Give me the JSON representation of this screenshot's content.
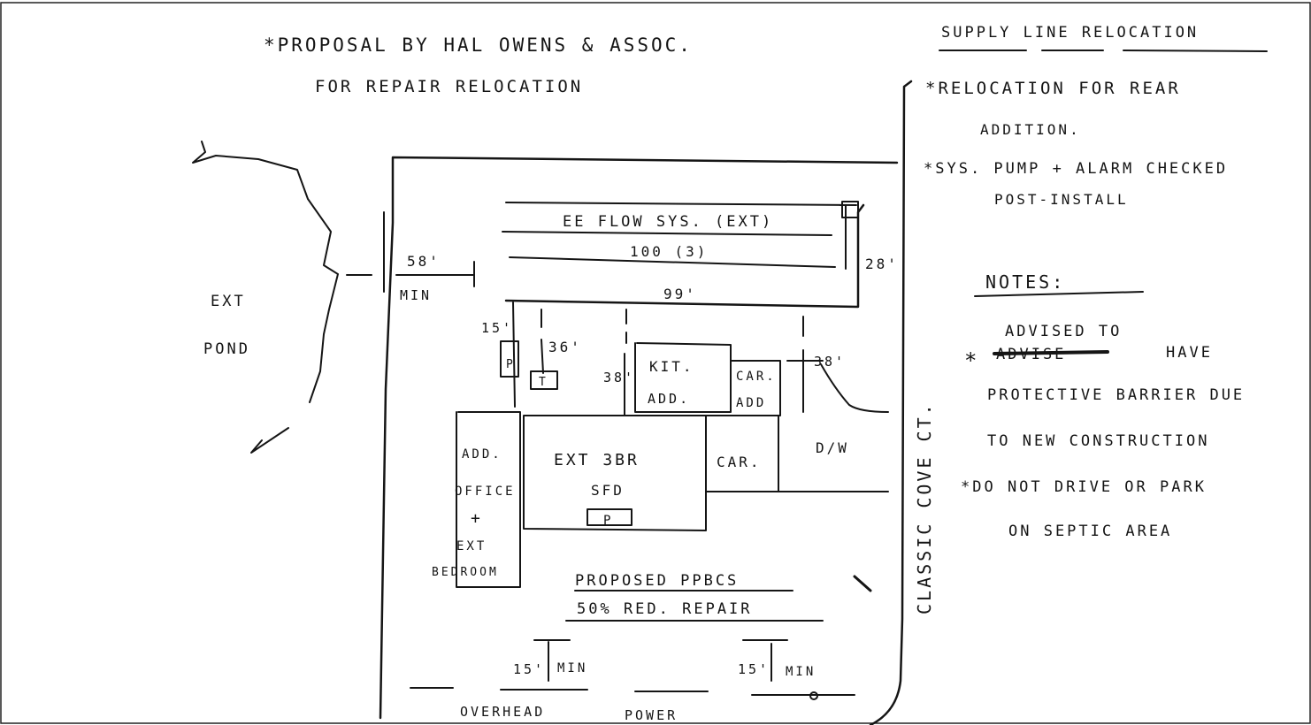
{
  "proposal": {
    "line1": "*Proposal by Hal Owens & Assoc.",
    "line2": "for repair relocation"
  },
  "supply": {
    "title": "Supply Line Relocation",
    "item1a": "*relocation for rear",
    "item1b": "addition.",
    "item2a": "*sys. pump + alarm checked",
    "item2b": "post-install"
  },
  "notes": {
    "title": "Notes:",
    "n1a": "advised to",
    "n1strike": "Advise",
    "n1b": "have",
    "n1c": "protective barrier due",
    "n1d": "to new construction",
    "n2a": "*Do not drive or park",
    "n2b": "on septic area"
  },
  "site": {
    "ext_pond_1": "EXT",
    "ext_pond_2": "POND",
    "dim_58": "58'",
    "min": "MIN",
    "ee_flow": "EE FLOW SYS. (EXT)",
    "lines_100": "100 (3)",
    "dim_99": "99'",
    "dim_28": "28'",
    "dim_15": "15'",
    "dim_36": "36'",
    "dim_38a": "38'",
    "dim_38b": "38'",
    "p": "P",
    "t": "T",
    "kit_1": "KIT.",
    "kit_2": "ADD.",
    "car_add_1": "CAR.",
    "car_add_2": "ADD",
    "add_office_1": "ADD.",
    "add_office_2": "OFFICE",
    "add_office_3": "+",
    "add_office_4": "EXT",
    "add_office_5": "BEDROOM",
    "ext_3br_1": "EXT 3BR",
    "ext_3br_2": "SFD",
    "car": "CAR.",
    "dw": "D/W",
    "classic_cove": "CLASSIC COVE CT.",
    "proposed_1": "PROPOSED PPBCS",
    "proposed_2": "50% RED. REPAIR",
    "dim_15_left": "15'",
    "min_left": "MIN",
    "dim_15_right": "15'",
    "min_right": "MIN",
    "overhead": "OVERHEAD",
    "power": "POWER"
  }
}
